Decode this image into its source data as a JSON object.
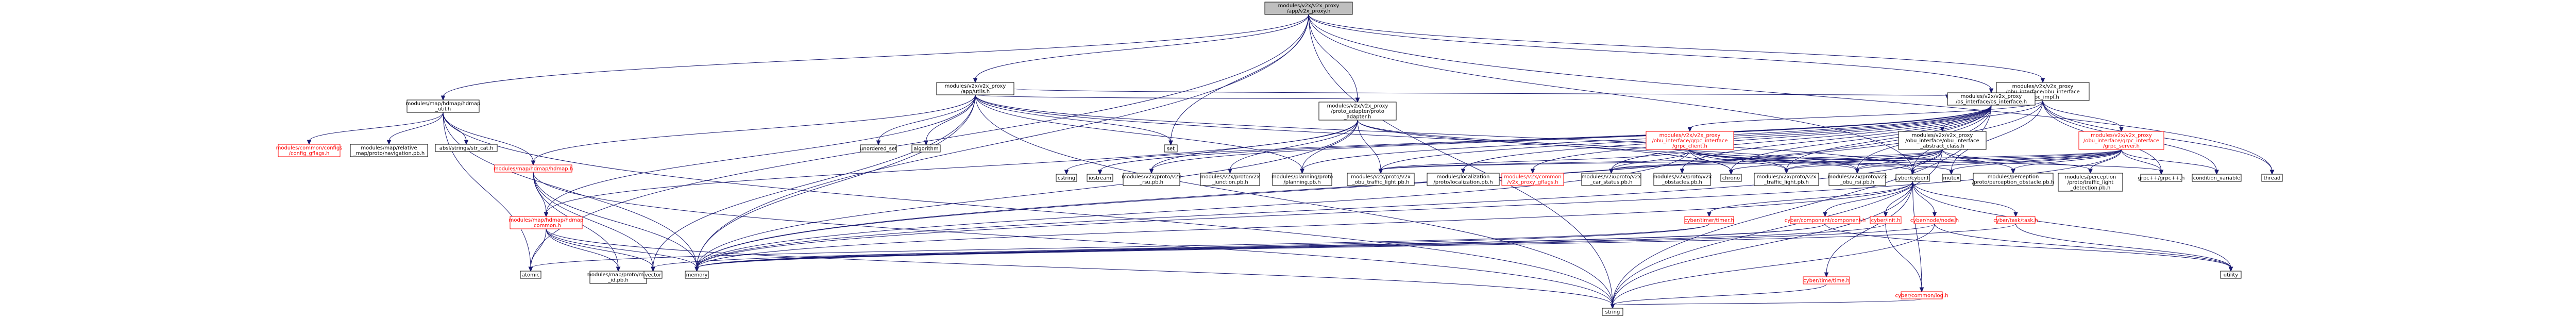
{
  "colors": {
    "root_fill": "#bfbfbf",
    "link_fill": "#ffffff",
    "node_stroke": "#000000",
    "red_stroke": "#ff0000",
    "edge": "#191970",
    "text": "#000000",
    "red_text": "#ff0000"
  },
  "nodes": [
    {
      "id": "root",
      "style": "root",
      "lines": [
        "modules/v2x/v2x_proxy",
        "/app/v2x_proxy.h"
      ]
    },
    {
      "id": "utils",
      "style": "normal",
      "lines": [
        "modules/v2x/v2x_proxy",
        "/app/utils.h"
      ]
    },
    {
      "id": "obu_impl",
      "style": "normal",
      "lines": [
        "modules/v2x/v2x_proxy",
        "/obu_interface/obu_interface",
        "_grpc_impl.h"
      ]
    },
    {
      "id": "hdmap_util",
      "style": "normal",
      "lines": [
        "modules/map/hdmap/hdmap",
        "_util.h"
      ]
    },
    {
      "id": "proto_adapter",
      "style": "normal",
      "lines": [
        "modules/v2x/v2x_proxy",
        "/proto_adapter/proto",
        "_adapter.h"
      ]
    },
    {
      "id": "os_interface",
      "style": "normal",
      "lines": [
        "modules/v2x/v2x_proxy",
        "/os_interface/os_interface.h"
      ]
    },
    {
      "id": "grpc_client",
      "style": "red",
      "lines": [
        "modules/v2x/v2x_proxy",
        "/obu_interface/grpc_interface",
        "/grpc_client.h"
      ]
    },
    {
      "id": "obu_abstract",
      "style": "normal",
      "lines": [
        "modules/v2x/v2x_proxy",
        "/obu_interface/obu_interface",
        "_abstract_class.h"
      ]
    },
    {
      "id": "grpc_server",
      "style": "red",
      "lines": [
        "modules/v2x/v2x_proxy",
        "/obu_interface/grpc_interface",
        "/grpc_server.h"
      ]
    },
    {
      "id": "common_config",
      "style": "red",
      "lines": [
        "modules/common/configs",
        "/config_gflags.h"
      ]
    },
    {
      "id": "relative_map_nav",
      "style": "normal",
      "lines": [
        "modules/map/relative",
        "_map/proto/navigation.pb.h"
      ]
    },
    {
      "id": "str_cat",
      "style": "normal",
      "lines": [
        "absl/strings/str_cat.h"
      ]
    },
    {
      "id": "hdmap_h",
      "style": "red",
      "lines": [
        "modules/map/hdmap/hdmap.h"
      ]
    },
    {
      "id": "unordered_set",
      "style": "normal",
      "lines": [
        "unordered_set"
      ]
    },
    {
      "id": "algorithm",
      "style": "normal",
      "lines": [
        "algorithm"
      ]
    },
    {
      "id": "set",
      "style": "normal",
      "lines": [
        "set"
      ]
    },
    {
      "id": "cstring",
      "style": "normal",
      "lines": [
        "cstring"
      ]
    },
    {
      "id": "iostream",
      "style": "normal",
      "lines": [
        "iostream"
      ]
    },
    {
      "id": "rsu_pb",
      "style": "normal",
      "lines": [
        "modules/v2x/proto/v2x",
        "_rsu.pb.h"
      ]
    },
    {
      "id": "junction_pb",
      "style": "normal",
      "lines": [
        "modules/v2x/proto/v2x",
        "_junction.pb.h"
      ]
    },
    {
      "id": "planning_pb",
      "style": "normal",
      "lines": [
        "modules/planning/proto",
        "/planning.pb.h"
      ]
    },
    {
      "id": "obu_traffic_pb",
      "style": "normal",
      "lines": [
        "modules/v2x/proto/v2x",
        "_obu_traffic_light.pb.h"
      ]
    },
    {
      "id": "localization_pb",
      "style": "normal",
      "lines": [
        "modules/localization",
        "/proto/localization.pb.h"
      ]
    },
    {
      "id": "proxy_gflags",
      "style": "red",
      "lines": [
        "modules/v2x/common",
        "/v2x_proxy_gflags.h"
      ]
    },
    {
      "id": "car_status_pb",
      "style": "normal",
      "lines": [
        "modules/v2x/proto/v2x",
        "_car_status.pb.h"
      ]
    },
    {
      "id": "obstacles_pb",
      "style": "normal",
      "lines": [
        "modules/v2x/proto/v2x",
        "_obstacles.pb.h"
      ]
    },
    {
      "id": "chrono",
      "style": "normal",
      "lines": [
        "chrono"
      ]
    },
    {
      "id": "traffic_light_pb",
      "style": "normal",
      "lines": [
        "modules/v2x/proto/v2x",
        "_traffic_light.pb.h"
      ]
    },
    {
      "id": "obu_rsi_pb",
      "style": "normal",
      "lines": [
        "modules/v2x/proto/v2x",
        "_obu_rsi.pb.h"
      ]
    },
    {
      "id": "cyber_h",
      "style": "normal",
      "lines": [
        "cyber/cyber.h"
      ]
    },
    {
      "id": "mutex",
      "style": "normal",
      "lines": [
        "mutex"
      ]
    },
    {
      "id": "perception_obstacle_pb",
      "style": "normal",
      "lines": [
        "modules/perception",
        "/proto/perception_obstacle.pb.h"
      ]
    },
    {
      "id": "traffic_detection_pb",
      "style": "normal",
      "lines": [
        "modules/perception",
        "/proto/traffic_light",
        "_detection.pb.h"
      ]
    },
    {
      "id": "grpcpp",
      "style": "normal",
      "lines": [
        "grpc++/grpc++.h"
      ]
    },
    {
      "id": "condition_variable",
      "style": "normal",
      "lines": [
        "condition_variable"
      ]
    },
    {
      "id": "thread",
      "style": "normal",
      "lines": [
        "thread"
      ]
    },
    {
      "id": "timer_h",
      "style": "red",
      "lines": [
        "cyber/timer/timer.h"
      ]
    },
    {
      "id": "hdmap_common",
      "style": "red",
      "lines": [
        "modules/map/hdmap/hdmap",
        "_common.h"
      ]
    },
    {
      "id": "component_h",
      "style": "red",
      "lines": [
        "cyber/component/component.h"
      ]
    },
    {
      "id": "init_h",
      "style": "red",
      "lines": [
        "cyber/init.h"
      ]
    },
    {
      "id": "node_h",
      "style": "red",
      "lines": [
        "cyber/node/node.h"
      ]
    },
    {
      "id": "task_h",
      "style": "red",
      "lines": [
        "cyber/task/task.h"
      ]
    },
    {
      "id": "atomic",
      "style": "normal",
      "lines": [
        "atomic"
      ]
    },
    {
      "id": "map_id_pb",
      "style": "normal",
      "lines": [
        "modules/map/proto/map",
        "_id.pb.h"
      ]
    },
    {
      "id": "vector",
      "style": "normal",
      "lines": [
        "vector"
      ]
    },
    {
      "id": "memory",
      "style": "normal",
      "lines": [
        "memory"
      ]
    },
    {
      "id": "utility",
      "style": "normal",
      "lines": [
        "utility"
      ]
    },
    {
      "id": "time_h",
      "style": "red",
      "lines": [
        "cyber/time/time.h"
      ]
    },
    {
      "id": "log_h",
      "style": "red",
      "lines": [
        "cyber/common/log.h"
      ]
    },
    {
      "id": "string",
      "style": "normal",
      "lines": [
        "string"
      ]
    }
  ],
  "edges": [
    [
      "root",
      "utils"
    ],
    [
      "root",
      "obu_impl"
    ],
    [
      "root",
      "hdmap_util"
    ],
    [
      "root",
      "proto_adapter"
    ],
    [
      "root",
      "os_interface"
    ],
    [
      "root",
      "set"
    ],
    [
      "root",
      "cyber_h"
    ],
    [
      "root",
      "string"
    ],
    [
      "root",
      "memory"
    ],
    [
      "root",
      "atomic"
    ],
    [
      "root",
      "thread"
    ],
    [
      "utils",
      "hdmap_h"
    ],
    [
      "utils",
      "unordered_set"
    ],
    [
      "utils",
      "algorithm"
    ],
    [
      "utils",
      "set"
    ],
    [
      "utils",
      "proto_adapter"
    ],
    [
      "utils",
      "os_interface"
    ],
    [
      "utils",
      "cyber_h"
    ],
    [
      "utils",
      "hdmap_common"
    ],
    [
      "utils",
      "memory"
    ],
    [
      "utils",
      "string"
    ],
    [
      "utils",
      "chrono"
    ],
    [
      "utils",
      "vector"
    ],
    [
      "utils",
      "planning_pb"
    ],
    [
      "obu_impl",
      "grpc_client"
    ],
    [
      "obu_impl",
      "obu_abstract"
    ],
    [
      "obu_impl",
      "grpc_server"
    ],
    [
      "obu_impl",
      "memory"
    ],
    [
      "obu_impl",
      "thread"
    ],
    [
      "obu_impl",
      "mutex"
    ],
    [
      "obu_impl",
      "condition_variable"
    ],
    [
      "obu_impl",
      "grpcpp"
    ],
    [
      "hdmap_util",
      "common_config"
    ],
    [
      "hdmap_util",
      "relative_map_nav"
    ],
    [
      "hdmap_util",
      "str_cat"
    ],
    [
      "hdmap_util",
      "hdmap_h"
    ],
    [
      "hdmap_util",
      "memory"
    ],
    [
      "hdmap_util",
      "string"
    ],
    [
      "hdmap_util",
      "atomic"
    ],
    [
      "proto_adapter",
      "rsu_pb"
    ],
    [
      "proto_adapter",
      "junction_pb"
    ],
    [
      "proto_adapter",
      "planning_pb"
    ],
    [
      "proto_adapter",
      "obu_traffic_pb"
    ],
    [
      "proto_adapter",
      "hdmap_common"
    ],
    [
      "proto_adapter",
      "traffic_light_pb"
    ],
    [
      "proto_adapter",
      "memory"
    ],
    [
      "proto_adapter",
      "obu_rsi_pb"
    ],
    [
      "os_interface",
      "cstring"
    ],
    [
      "os_interface",
      "iostream"
    ],
    [
      "os_interface",
      "obu_traffic_pb"
    ],
    [
      "os_interface",
      "localization_pb"
    ],
    [
      "os_interface",
      "proxy_gflags"
    ],
    [
      "os_interface",
      "car_status_pb"
    ],
    [
      "os_interface",
      "obstacles_pb"
    ],
    [
      "os_interface",
      "chrono"
    ],
    [
      "os_interface",
      "traffic_light_pb"
    ],
    [
      "os_interface",
      "obu_rsi_pb"
    ],
    [
      "os_interface",
      "cyber_h"
    ],
    [
      "os_interface",
      "memory"
    ],
    [
      "os_interface",
      "string"
    ],
    [
      "os_interface",
      "rsu_pb"
    ],
    [
      "os_interface",
      "planning_pb"
    ],
    [
      "grpc_client",
      "obu_traffic_pb"
    ],
    [
      "grpc_client",
      "car_status_pb"
    ],
    [
      "grpc_client",
      "chrono"
    ],
    [
      "grpc_client",
      "traffic_light_pb"
    ],
    [
      "grpc_client",
      "cyber_h"
    ],
    [
      "grpc_client",
      "mutex"
    ],
    [
      "grpc_client",
      "grpcpp"
    ],
    [
      "grpc_client",
      "obu_rsi_pb"
    ],
    [
      "grpc_client",
      "memory"
    ],
    [
      "obu_abstract",
      "obu_traffic_pb"
    ],
    [
      "obu_abstract",
      "car_status_pb"
    ],
    [
      "obu_abstract",
      "chrono"
    ],
    [
      "obu_abstract",
      "traffic_light_pb"
    ],
    [
      "obu_abstract",
      "cyber_h"
    ],
    [
      "obu_abstract",
      "perception_obstacle_pb"
    ],
    [
      "obu_abstract",
      "traffic_detection_pb"
    ],
    [
      "obu_abstract",
      "obu_rsi_pb"
    ],
    [
      "obu_abstract",
      "memory"
    ],
    [
      "obu_abstract",
      "string"
    ],
    [
      "grpc_server",
      "obu_traffic_pb"
    ],
    [
      "grpc_server",
      "car_status_pb"
    ],
    [
      "grpc_server",
      "cyber_h"
    ],
    [
      "grpc_server",
      "perception_obstacle_pb"
    ],
    [
      "grpc_server",
      "traffic_detection_pb"
    ],
    [
      "grpc_server",
      "grpcpp"
    ],
    [
      "grpc_server",
      "mutex"
    ],
    [
      "grpc_server",
      "condition_variable"
    ],
    [
      "grpc_server",
      "traffic_light_pb"
    ],
    [
      "grpc_server",
      "obu_rsi_pb"
    ],
    [
      "grpc_server",
      "memory"
    ],
    [
      "hdmap_h",
      "hdmap_common"
    ],
    [
      "hdmap_h",
      "memory"
    ],
    [
      "hdmap_h",
      "string"
    ],
    [
      "hdmap_h",
      "vector"
    ],
    [
      "hdmap_h",
      "map_id_pb"
    ],
    [
      "hdmap_common",
      "atomic"
    ],
    [
      "hdmap_common",
      "map_id_pb"
    ],
    [
      "hdmap_common",
      "vector"
    ],
    [
      "hdmap_common",
      "memory"
    ],
    [
      "hdmap_common",
      "string"
    ],
    [
      "cyber_h",
      "timer_h"
    ],
    [
      "cyber_h",
      "component_h"
    ],
    [
      "cyber_h",
      "init_h"
    ],
    [
      "cyber_h",
      "node_h"
    ],
    [
      "cyber_h",
      "task_h"
    ],
    [
      "cyber_h",
      "memory"
    ],
    [
      "cyber_h",
      "string"
    ],
    [
      "cyber_h",
      "utility"
    ],
    [
      "cyber_h",
      "time_h"
    ],
    [
      "cyber_h",
      "log_h"
    ],
    [
      "timer_h",
      "atomic"
    ],
    [
      "timer_h",
      "memory"
    ],
    [
      "component_h",
      "memory"
    ],
    [
      "component_h",
      "utility"
    ],
    [
      "component_h",
      "vector"
    ],
    [
      "init_h",
      "log_h"
    ],
    [
      "init_h",
      "memory"
    ],
    [
      "node_h",
      "memory"
    ],
    [
      "node_h",
      "string"
    ],
    [
      "node_h",
      "utility"
    ],
    [
      "task_h",
      "utility"
    ],
    [
      "task_h",
      "memory"
    ],
    [
      "time_h",
      "string"
    ],
    [
      "log_h",
      "string"
    ]
  ]
}
